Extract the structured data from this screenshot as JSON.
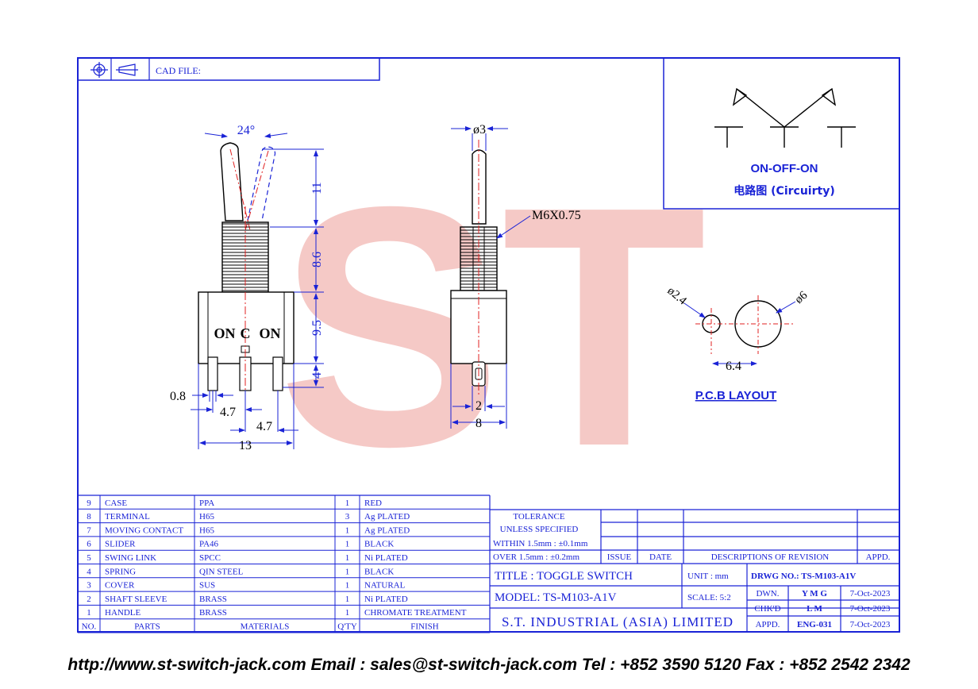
{
  "header": {
    "cad_file_label": "CAD FILE:"
  },
  "watermark": {
    "text": "ST"
  },
  "colors": {
    "drawing_blue": "#1a23d6",
    "watermark": "#f2b8b4",
    "centerline_red": "#e02020"
  },
  "front_view": {
    "angle": "24°",
    "switch_labels": [
      "ON",
      "C",
      "ON"
    ],
    "dims": {
      "pin_width": "0.8",
      "pitch_a": "4.7",
      "pitch_b": "4.7",
      "body_width": "13",
      "lever": "11",
      "bushing": "8.6",
      "body_height": "9.5",
      "pin_length": "4"
    }
  },
  "side_view": {
    "lever_dia": "ø3",
    "thread": "M6X0.75",
    "pin_width": "2",
    "body_width": "8"
  },
  "circuit": {
    "title": "ON-OFF-ON",
    "subtitle": "电路图 (Circuirty)"
  },
  "pcb_layout": {
    "hole_small": "ø2.4",
    "hole_large": "ø6",
    "spacing": "6.4",
    "title": "P.C.B LAYOUT"
  },
  "bom": {
    "rows": [
      {
        "no": "9",
        "part": "CASE",
        "material": "PPA",
        "qty": "1",
        "finish": "RED"
      },
      {
        "no": "8",
        "part": "TERMINAL",
        "material": "H65",
        "qty": "3",
        "finish": "Ag PLATED"
      },
      {
        "no": "7",
        "part": "MOVING CONTACT",
        "material": "H65",
        "qty": "1",
        "finish": "Ag PLATED"
      },
      {
        "no": "6",
        "part": "SLIDER",
        "material": "PA46",
        "qty": "1",
        "finish": "BLACK"
      },
      {
        "no": "5",
        "part": "SWING LINK",
        "material": "SPCC",
        "qty": "1",
        "finish": "Ni PLATED"
      },
      {
        "no": "4",
        "part": "SPRING",
        "material": "QIN STEEL",
        "qty": "1",
        "finish": "BLACK"
      },
      {
        "no": "3",
        "part": "COVER",
        "material": "SUS",
        "qty": "1",
        "finish": "NATURAL"
      },
      {
        "no": "2",
        "part": "SHAFT SLEEVE",
        "material": "BRASS",
        "qty": "1",
        "finish": "Ni PLATED"
      },
      {
        "no": "1",
        "part": "HANDLE",
        "material": "BRASS",
        "qty": "1",
        "finish": "CHROMATE TREATMENT"
      }
    ],
    "headers": {
      "no": "NO.",
      "parts": "PARTS",
      "materials": "MATERIALS",
      "qty": "Q'TY",
      "finish": "FINISH"
    }
  },
  "tolerance": {
    "line1": "TOLERANCE",
    "line2": "UNLESS SPECIFIED",
    "line3": "WITHIN 1.5mm : ±0.1mm",
    "line4": "OVER 1.5mm : ±0.2mm"
  },
  "revision": {
    "issue": "ISSUE",
    "date": "DATE",
    "descriptions": "DESCRIPTIONS OF REVISION",
    "appd": "APPD."
  },
  "title_block": {
    "title": "TITLE : TOGGLE SWITCH",
    "unit": "UNIT : mm",
    "drwg_no": "DRWG NO.: TS-M103-A1V",
    "model": "MODEL: TS-M103-A1V",
    "scale": "SCALE: 5:2",
    "dwn_label": "DWN.",
    "dwn_name": "Y M G",
    "dwn_date": "7-Oct-2023",
    "chkd_label": "CHK'D",
    "chkd_name": "L M",
    "chkd_date": "7-Oct-2023",
    "appd_label": "APPD.",
    "appd_name": "ENG-031",
    "appd_date": "7-Oct-2023",
    "company": "S.T. INDUSTRIAL (ASIA) LIMITED"
  },
  "footer": {
    "text": "http://www.st-switch-jack.com  Email : sales@st-switch-jack.com  Tel : +852 3590 5120  Fax : +852 2542 2342"
  }
}
